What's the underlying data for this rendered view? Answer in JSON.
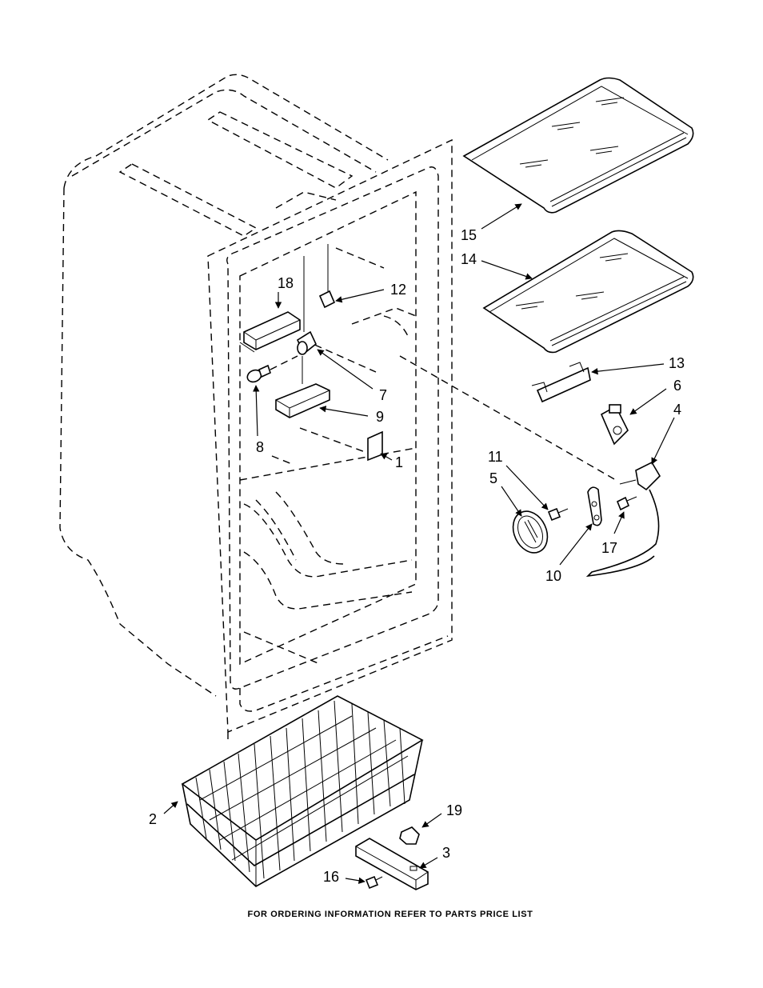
{
  "callouts": {
    "c1": "1",
    "c2": "2",
    "c3": "3",
    "c4": "4",
    "c5": "5",
    "c6": "6",
    "c7": "7",
    "c8": "8",
    "c9": "9",
    "c10": "10",
    "c11": "11",
    "c12": "12",
    "c13": "13",
    "c14": "14",
    "c15": "15",
    "c16": "16",
    "c17": "17",
    "c18": "18",
    "c19": "19"
  },
  "footer": "FOR ORDERING INFORMATION REFER TO PARTS PRICE LIST"
}
